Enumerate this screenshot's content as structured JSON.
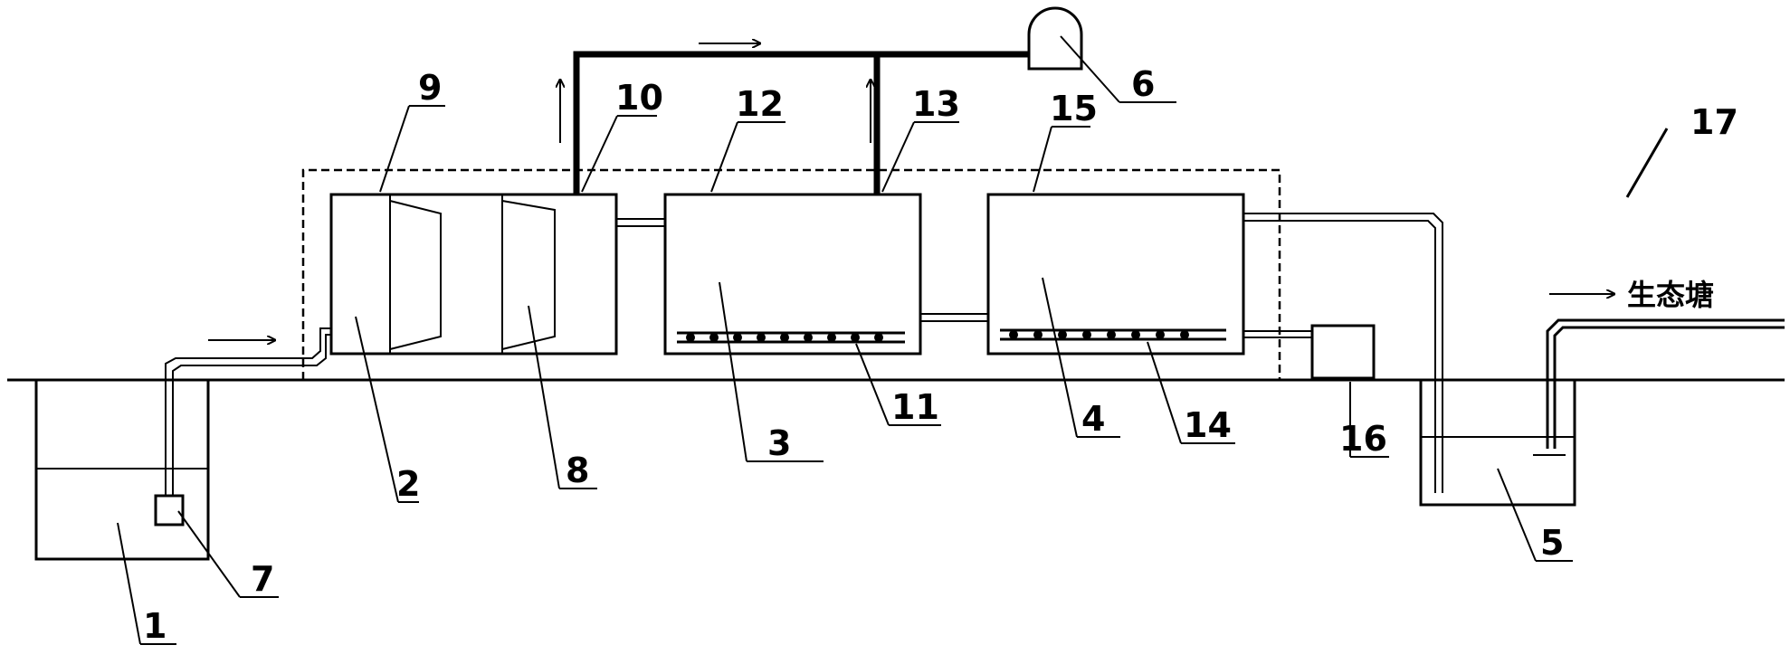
{
  "labels": {
    "n1": "1",
    "n2": "2",
    "n3": "3",
    "n4": "4",
    "n5": "5",
    "n6": "6",
    "n7": "7",
    "n8": "8",
    "n9": "9",
    "n10": "10",
    "n11": "11",
    "n12": "12",
    "n13": "13",
    "n14": "14",
    "n15": "15",
    "n16": "16",
    "n17": "17"
  },
  "outflow_label": "生态塘"
}
